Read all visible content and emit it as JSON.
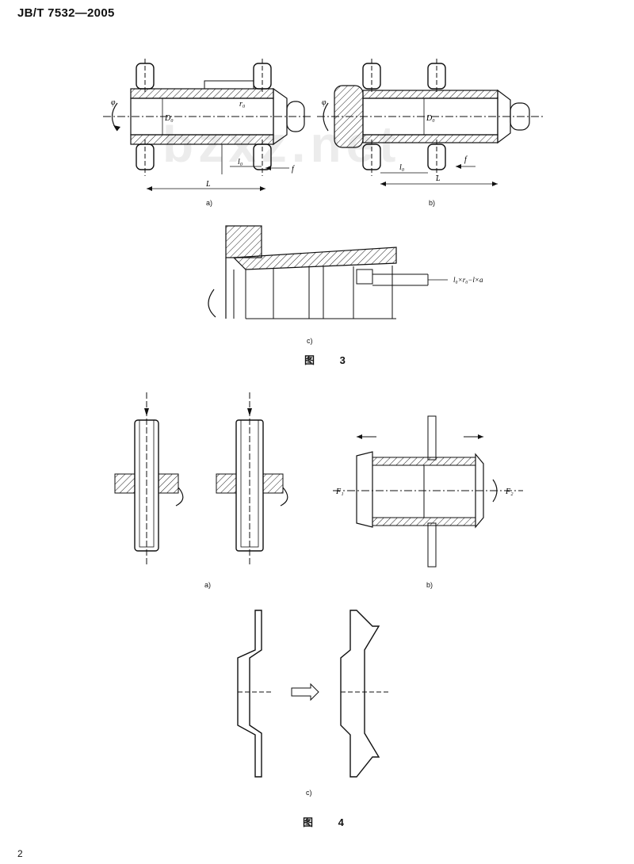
{
  "header": {
    "standard_number": "JB/T 7532—2005"
  },
  "page": {
    "number": "2"
  },
  "figure3": {
    "title": "图 3",
    "subcaptions": {
      "a": "a)",
      "b": "b)",
      "c": "c)"
    },
    "labels": {
      "a_dia": "D₀",
      "a_r": "r₀",
      "a_l0": "l₀",
      "a_L": "L",
      "a_f": "f",
      "a_phi": "φ",
      "b_dia": "D₀",
      "b_l0": "l₀",
      "b_L": "L",
      "b_f": "f",
      "b_phi": "φ",
      "c_note": "l₀×r₀−l×a"
    }
  },
  "figure4": {
    "title": "图 4",
    "subcaptions": {
      "a": "a)",
      "b": "b)",
      "c": "c)"
    },
    "labels": {
      "b_left": "F₁",
      "b_right": "F₂"
    }
  },
  "watermark": "bzxz.net"
}
